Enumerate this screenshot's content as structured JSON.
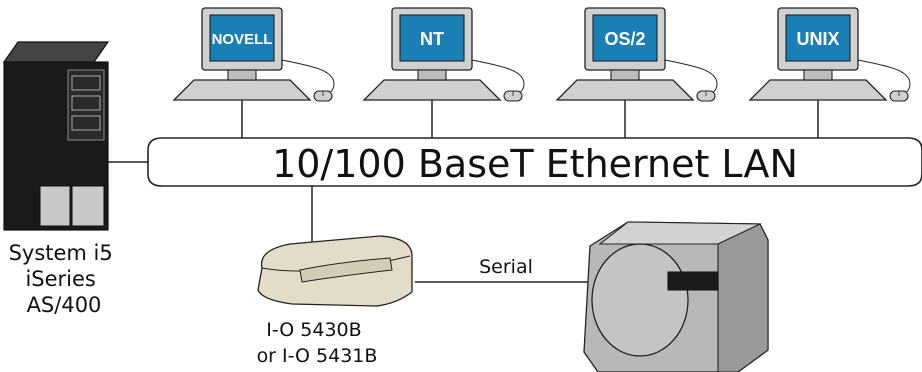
{
  "network": {
    "label": "10/100 BaseT Ethernet LAN"
  },
  "workstations": [
    {
      "os": "NOVELL"
    },
    {
      "os": "NT"
    },
    {
      "os": "OS/2"
    },
    {
      "os": "UNIX"
    }
  ],
  "server": {
    "lines": [
      "System i5",
      "iSeries",
      "AS/400"
    ]
  },
  "adapter": {
    "lines": [
      "I-O 5430B",
      "or I-O 5431B"
    ]
  },
  "link": {
    "label": "Serial"
  },
  "colors": {
    "screen": "#1a7fb5",
    "monitor": "#d0d0d0",
    "line": "#222222",
    "server": "#1a1a1a"
  }
}
